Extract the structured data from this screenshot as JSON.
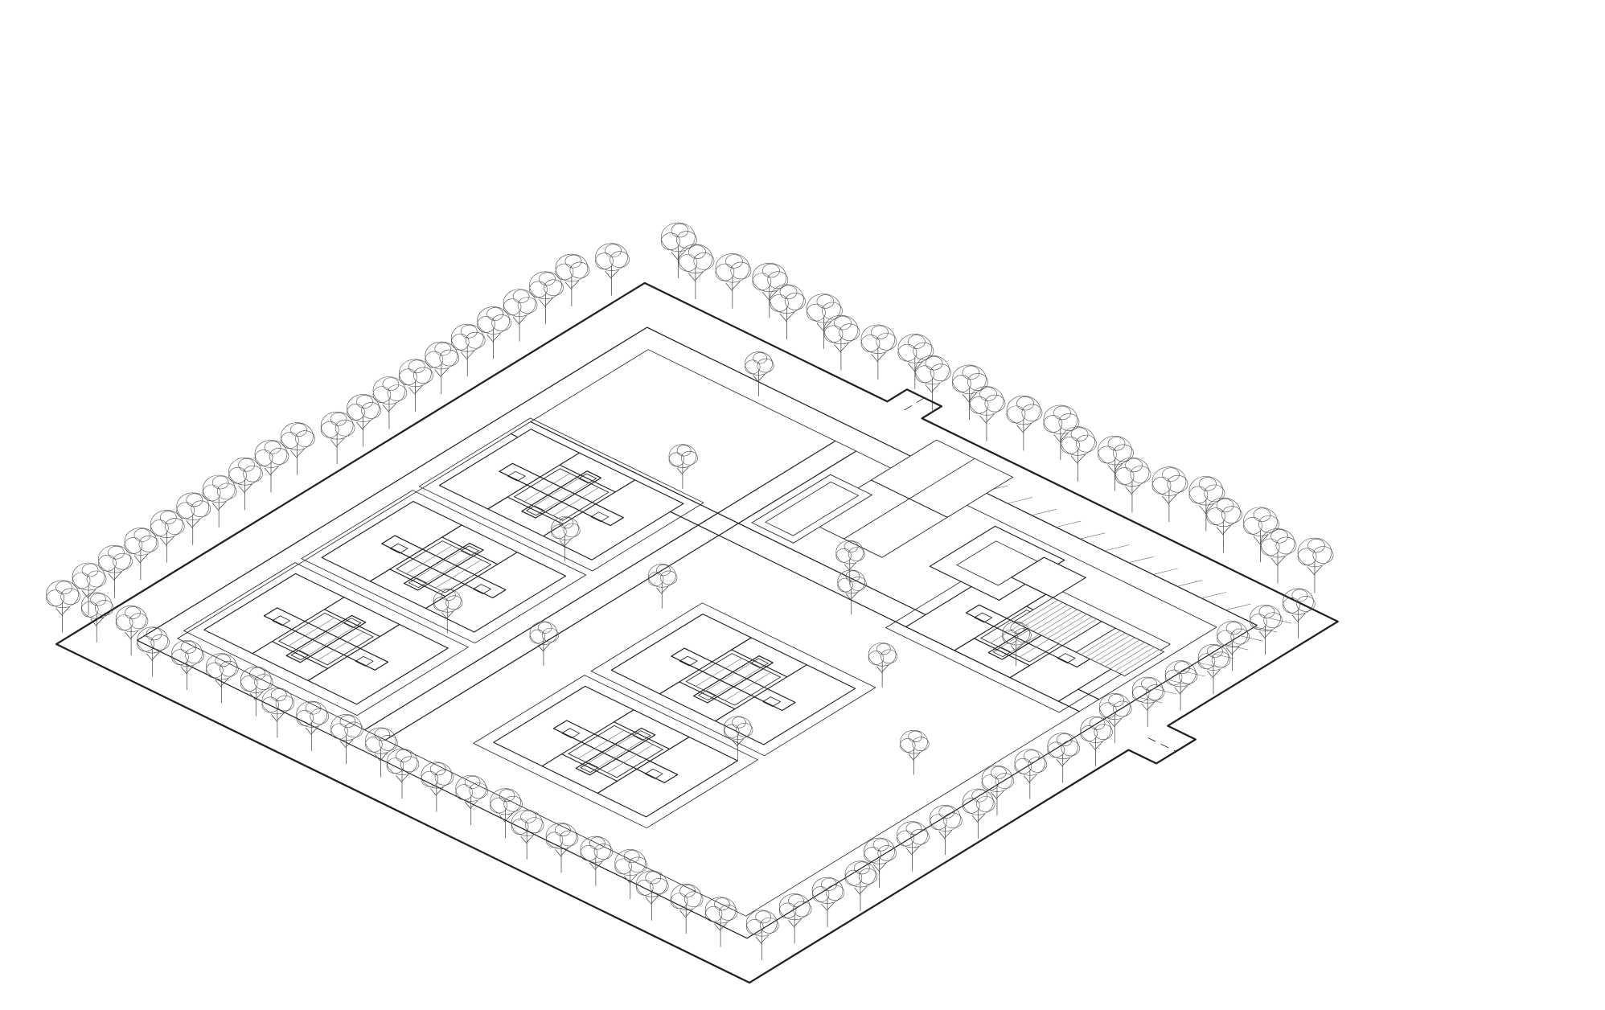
{
  "diagram": {
    "kind": "isometric site plan",
    "line_color": "#1e1e1e",
    "tree_color": "#4a4a4a",
    "background": "#ffffff",
    "elements": {
      "site_boundary": 1,
      "housing_blocks": 6,
      "clubhouse": 1,
      "tennis_courts": 2,
      "swimming_pool": 1,
      "solar_arrays": 2,
      "tree_belt": "perimeter"
    }
  }
}
